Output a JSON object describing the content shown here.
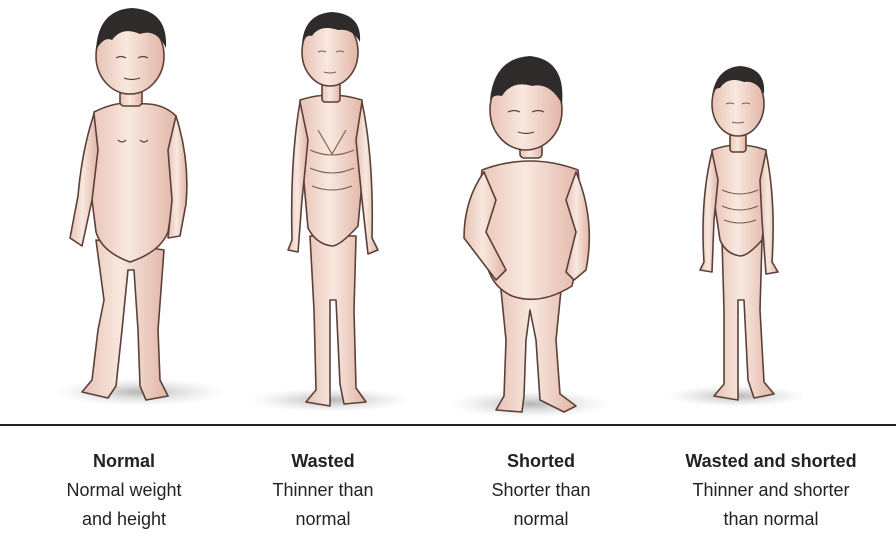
{
  "figures": [
    {
      "title": "Normal",
      "description": "Normal weight\nand height"
    },
    {
      "title": "Wasted",
      "description": "Thinner than\nnormal"
    },
    {
      "title": "Shorted",
      "description": "Shorter than\nnormal"
    },
    {
      "title": "Wasted and shorted",
      "description": "Thinner and shorter\nthan normal"
    }
  ],
  "colors": {
    "skin": "#f5e1d6",
    "skin_shade": "#d9a99b",
    "outline": "#5a4038",
    "hair": "#2f2b2b",
    "shadow": "#c9c9c9",
    "rule": "#222222"
  }
}
